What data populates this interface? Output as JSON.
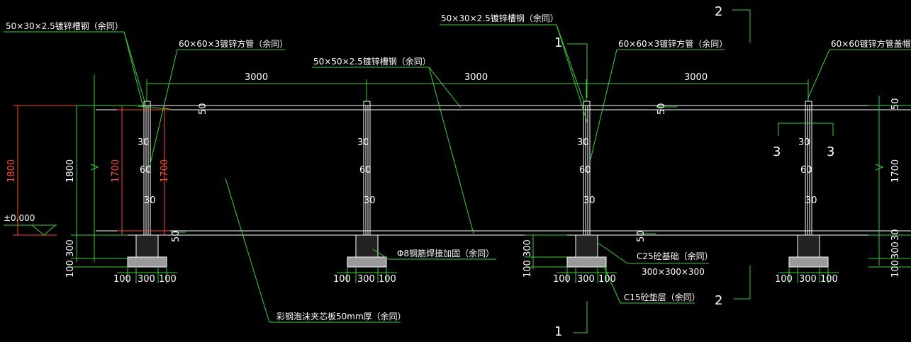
{
  "colors": {
    "background": "#000000",
    "structure": "#ffffff",
    "annotation": "#2fd52f",
    "dimension_red": "#ff4a22",
    "fill_gray": "#9a9a9a"
  },
  "labels": {
    "channel_steel_left": "50×30×2.5镀锌槽钢（余同）",
    "square_tube_left": "60×60×3镀锌方管（余同）",
    "channel_steel_mid": "50×50×2.5镀锌槽钢（余同）",
    "channel_steel_right": "50×30×2.5镀锌槽钢（余同）",
    "square_tube_right": "60×60×3镀锌方管（余同）",
    "cap_label": "60×60镀锌方管盖帽",
    "rebar_label": "Φ8钢筋焊接加固（余同）",
    "c25_label": "C25砼基础（余同）",
    "c25_size": "300×300×300",
    "c15_label": "C15砼垫层（余同）",
    "panel_label": "彩钢泡沫夹芯板50mm厚（余同）",
    "elevation": "±0.000"
  },
  "section_marks": {
    "mark_1_top": "1",
    "mark_1_bottom": "1",
    "mark_2_top": "2",
    "mark_2_bottom": "2",
    "mark_3_left": "3",
    "mark_3_right": "3"
  },
  "dimensions": {
    "span_1": "3000",
    "span_2": "3000",
    "span_3": "3000",
    "height_total_red": "1800",
    "height_total": "1800",
    "height_panel_red_a": "1700",
    "height_panel_red_b": "1700",
    "height_panel_right": "1700",
    "base_300_left": "300",
    "base_100_left": "100",
    "base_300_mid": "300",
    "base_100_mid": "100",
    "base_300_right": "300",
    "base_100_right": "100",
    "edge_50": "50",
    "edge_30": "30",
    "foot_100_a": "100",
    "foot_300": "300",
    "foot_100_b": "100",
    "post_30_top": "30",
    "post_60": "60",
    "post_30_bottom": "30",
    "gap_50": "50"
  }
}
